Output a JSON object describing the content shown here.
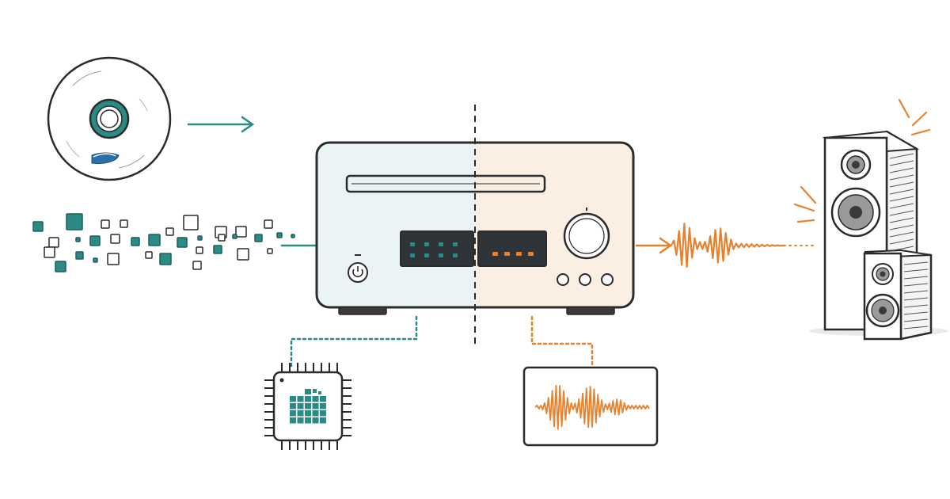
{
  "palette": {
    "ink": "#2b2b2b",
    "digital": "#2a8a86",
    "analog": "#e8812e",
    "digital_panel": "#eaf4f5",
    "analog_panel": "#fbefe4",
    "display": "#2e3438"
  },
  "icons": {
    "disc": "blu-ray-disc-icon",
    "data": "digital-data-bits-icon",
    "receiver": "av-receiver-icon",
    "chip": "dac-chip-icon",
    "scope": "analog-waveform-monitor-icon",
    "speakers": "speaker-pair-icon",
    "power": "power-icon"
  },
  "receiver": {
    "digital_display_dots": 8,
    "analog_display_dots": 4,
    "front_buttons": 3
  }
}
